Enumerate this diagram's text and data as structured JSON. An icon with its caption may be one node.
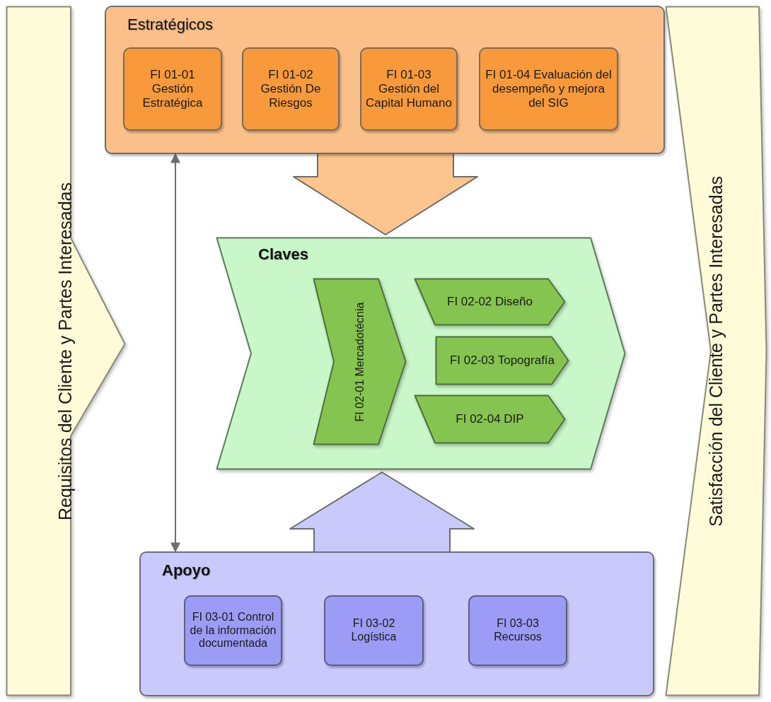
{
  "diagram": {
    "nodes": [
      {
        "text": [
          "Requisitos del Cliente y Partes Interesadas"
        ]
      },
      {
        "text": [
          "Estratégicos"
        ]
      },
      {
        "text": [
          "FI 01-01 Gestión Estratégica"
        ],
        "in": 1
      },
      {
        "text": [
          "FI 01-02 Gestión De Riesgos"
        ],
        "in": 1
      },
      {
        "text": [
          "FI 01-03 Gestión del Capital Humano"
        ],
        "in": 1
      },
      {
        "text": [
          "FI 01-04 Evaluación del desempeño y mejora del SIG"
        ],
        "in": 1
      },
      {
        "text": [
          "Claves"
        ]
      },
      {
        "text": [
          "FI 02-01 Mercadotécnia"
        ],
        "in": 6
      },
      {
        "text": [
          "FI 02-02 Diseño"
        ],
        "in": 6
      },
      {
        "text": [
          "FI 02-03 Topografía"
        ],
        "in": 6
      },
      {
        "text": [
          "FI 02-04 DIP"
        ],
        "in": 6
      },
      {
        "text": [
          "Apoyo"
        ]
      },
      {
        "text": [
          "FI 03-01 Control de la información documentada"
        ],
        "in": 11
      },
      {
        "text": [
          "FI 03-02 Logística"
        ],
        "in": 11
      },
      {
        "text": [
          "FI 03-03 Recursos"
        ],
        "in": 11
      },
      {
        "text": [
          "Satisfacción del Cliente y Partes Interesadas"
        ]
      }
    ],
    "edges": [
      {
        "from": 1,
        "to": 11,
        "arrow": "both"
      },
      {
        "from": 1,
        "to": 6,
        "arrow": "to",
        "style": "thick",
        "color": "#fcc48e"
      },
      {
        "from": 11,
        "to": 6,
        "arrow": "to",
        "style": "thick",
        "color": "#c9c9fb"
      }
    ]
  }
}
